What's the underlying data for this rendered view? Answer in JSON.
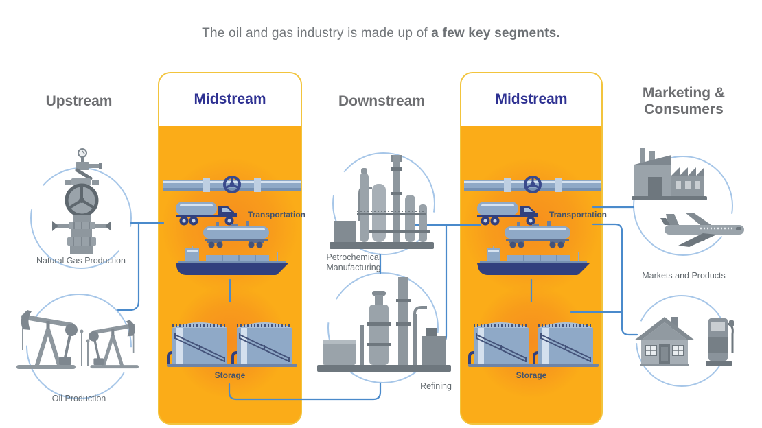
{
  "title": {
    "prefix": "The oil and gas industry is made up of ",
    "emphasis": "a few key segments."
  },
  "columns": {
    "upstream": {
      "header": "Upstream",
      "items": [
        {
          "label": "Natural Gas Production",
          "icon": "wellhead-icon"
        },
        {
          "label": "Oil Production",
          "icon": "pumpjacks-icon"
        }
      ]
    },
    "midstream_left": {
      "header": "Midstream",
      "transportation_label": "Transportation",
      "storage_label": "Storage",
      "icons": [
        "pipeline-icon",
        "tanker-truck-icon",
        "railcar-icon",
        "ship-icon",
        "storage-tanks-icon"
      ]
    },
    "downstream": {
      "header": "Downstream",
      "items": [
        {
          "label": "Petrochemical Manufacturing",
          "icon": "petrochemical-plant-icon"
        },
        {
          "label": "Refining",
          "icon": "refinery-icon"
        }
      ]
    },
    "midstream_right": {
      "header": "Midstream",
      "transportation_label": "Transportation",
      "storage_label": "Storage",
      "icons": [
        "pipeline-icon",
        "tanker-truck-icon",
        "railcar-icon",
        "ship-icon",
        "storage-tanks-icon"
      ]
    },
    "marketing": {
      "header": "Marketing & Consumers",
      "items": [
        {
          "label": "Markets and Products",
          "icons": [
            "factory-icon",
            "airplane-icon"
          ]
        },
        {
          "label": "",
          "icons": [
            "house-icon",
            "gas-pump-icon"
          ]
        }
      ]
    }
  },
  "colors": {
    "midstream_fill": "#FBAC18",
    "midstream_glow": "#F8961D",
    "midstream_header_text": "#2E3192",
    "box_border": "#F2C43D",
    "heading_grey": "#6D6E71",
    "label_grey": "#62696E",
    "midstream_label_blue": "#44536B",
    "connector_blue": "#4A8ACB",
    "circle_blue": "#A6C6E8",
    "icon_grey": "#8E979E",
    "icon_grey_dark": "#6E777E",
    "icon_steel_blue": "#8FA9C7",
    "icon_navy": "#31407E"
  }
}
